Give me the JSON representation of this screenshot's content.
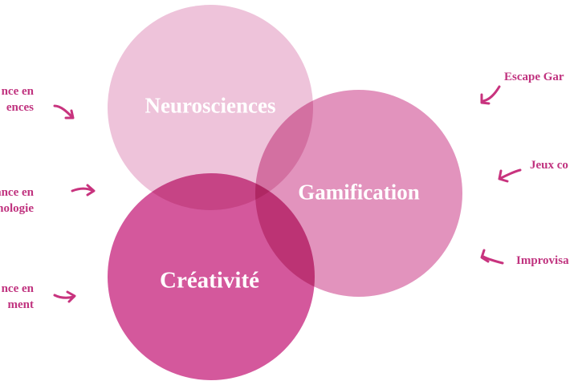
{
  "colors": {
    "neurosciences": "#eec3da",
    "gamification": "#e293bd",
    "creativite": "#d4589c",
    "text": "#c0337f",
    "arrow": "#c8337e",
    "background": "#ffffff"
  },
  "circles": {
    "neurosciences": "Neurosciences",
    "gamification": "Gamification",
    "creativite": "Créativité"
  },
  "left_items": [
    {
      "line1": "nce en",
      "line2": "ences"
    },
    {
      "line1": "ssance en",
      "line2": "nologie"
    },
    {
      "line1": "nce en",
      "line2": "ment"
    }
  ],
  "right_items": [
    {
      "label": "Escape Gar"
    },
    {
      "label": "Jeux co"
    },
    {
      "label": "Improvisa"
    }
  ],
  "icons": {
    "arrow": "curved-arrow-icon"
  }
}
